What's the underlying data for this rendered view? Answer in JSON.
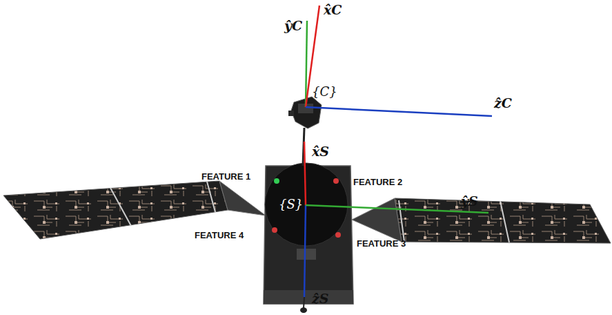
{
  "diagram": {
    "labels": [
      "x̂C",
      "ŷC",
      "{C}",
      "ẑC",
      "x̂S",
      "ŷS",
      "{S}",
      "ẑS",
      "FEATURE 1",
      "FEATURE 2",
      "FEATURE 4",
      "FEATURE 3"
    ]
  }
}
